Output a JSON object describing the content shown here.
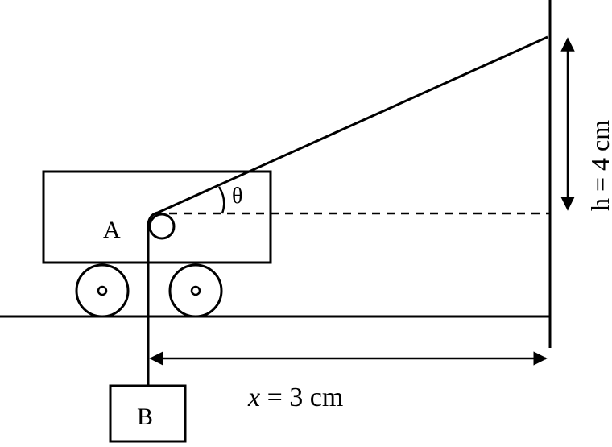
{
  "labels": {
    "point_a": "A",
    "block_b": "B",
    "angle": "θ",
    "x_var": "x",
    "x_value": " = 3 cm",
    "height": "h = 4 cm"
  },
  "colors": {
    "stroke": "#000000",
    "background": "#ffffff"
  }
}
